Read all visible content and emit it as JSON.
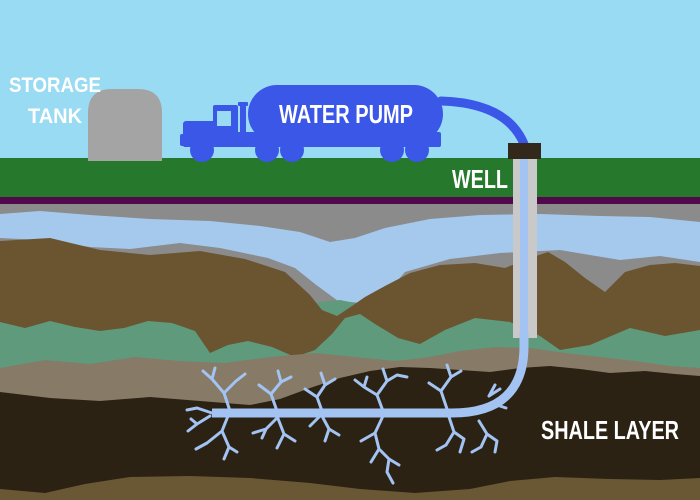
{
  "labels": {
    "storage_tank_line1": "STORAGE",
    "storage_tank_line2": "TANK",
    "water_pump": "WATER PUMP",
    "well": "WELL",
    "shale_layer": "SHALE LAYER"
  },
  "colors": {
    "sky": "#99dbf2",
    "grass": "#26782c",
    "surface_line_purple": "#500a4b",
    "rock_gray": "#8b8b8b",
    "aquifer_blue": "#a5c9ec",
    "soil_brown": "#6a5530",
    "rock_teal": "#5f9a7c",
    "rock_taupe": "#877a67",
    "shale_dark": "#2b2214",
    "bottom_brown": "#6a5835",
    "truck_blue": "#3b57e8",
    "water_blue": "#a3c3f2",
    "storage_tank_gray": "#a4a4a4",
    "well_casing_gray": "#c9c9c9",
    "wellhead_dark": "#33291a",
    "label_white": "#ffffff"
  }
}
